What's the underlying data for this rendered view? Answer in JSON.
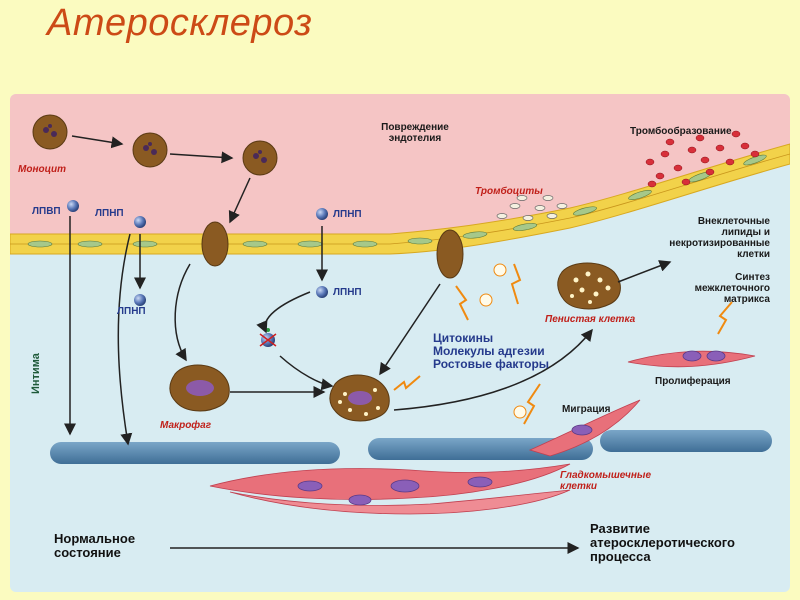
{
  "title": "Атеросклероз",
  "labels": {
    "monocyte": "Моноцит",
    "hdl": "ЛПВП",
    "ldl": "ЛПНП",
    "endothelium_damage_1": "Повреждение",
    "endothelium_damage_2": "эндотелия",
    "thrombus": "Тромбообразование",
    "platelets": "Тромбоциты",
    "extracellular_1": "Внеклеточные",
    "extracellular_2": "липиды и",
    "extracellular_3": "некротизированные",
    "extracellular_4": "клетки",
    "synthesis_1": "Синтез",
    "synthesis_2": "межклеточного",
    "synthesis_3": "матрикса",
    "foam_cell": "Пенистая клетка",
    "cytokines": "Цитокины",
    "adhesion": "Молекулы адгезии",
    "growth": "Ростовые факторы",
    "proliferation": "Пролиферация",
    "migration": "Миграция",
    "macrophage": "Макрофаг",
    "smooth_1": "Гладкомышечные",
    "smooth_2": "клетки",
    "intima": "Интима",
    "normal_1": "Нормальное",
    "normal_2": "состояние",
    "dev_1": "Развитие",
    "dev_2": "атеросклеротического",
    "dev_3": "процесса",
    "plus": "+"
  },
  "colors": {
    "background": "#fbfbc0",
    "title": "#cc4a16",
    "lumen": "#f5c5c5",
    "intima": "#d8ecf2",
    "endothelium": "#f2d24a",
    "cell_brown": "#8a5a22",
    "lipid_sphere": "#5a78b8",
    "membrane": "#4f7fa8",
    "smooth_muscle": "#e8707a",
    "arrow_orange": "#f08a10",
    "red_label": "#c0201a",
    "blue_label": "#253a8c"
  }
}
